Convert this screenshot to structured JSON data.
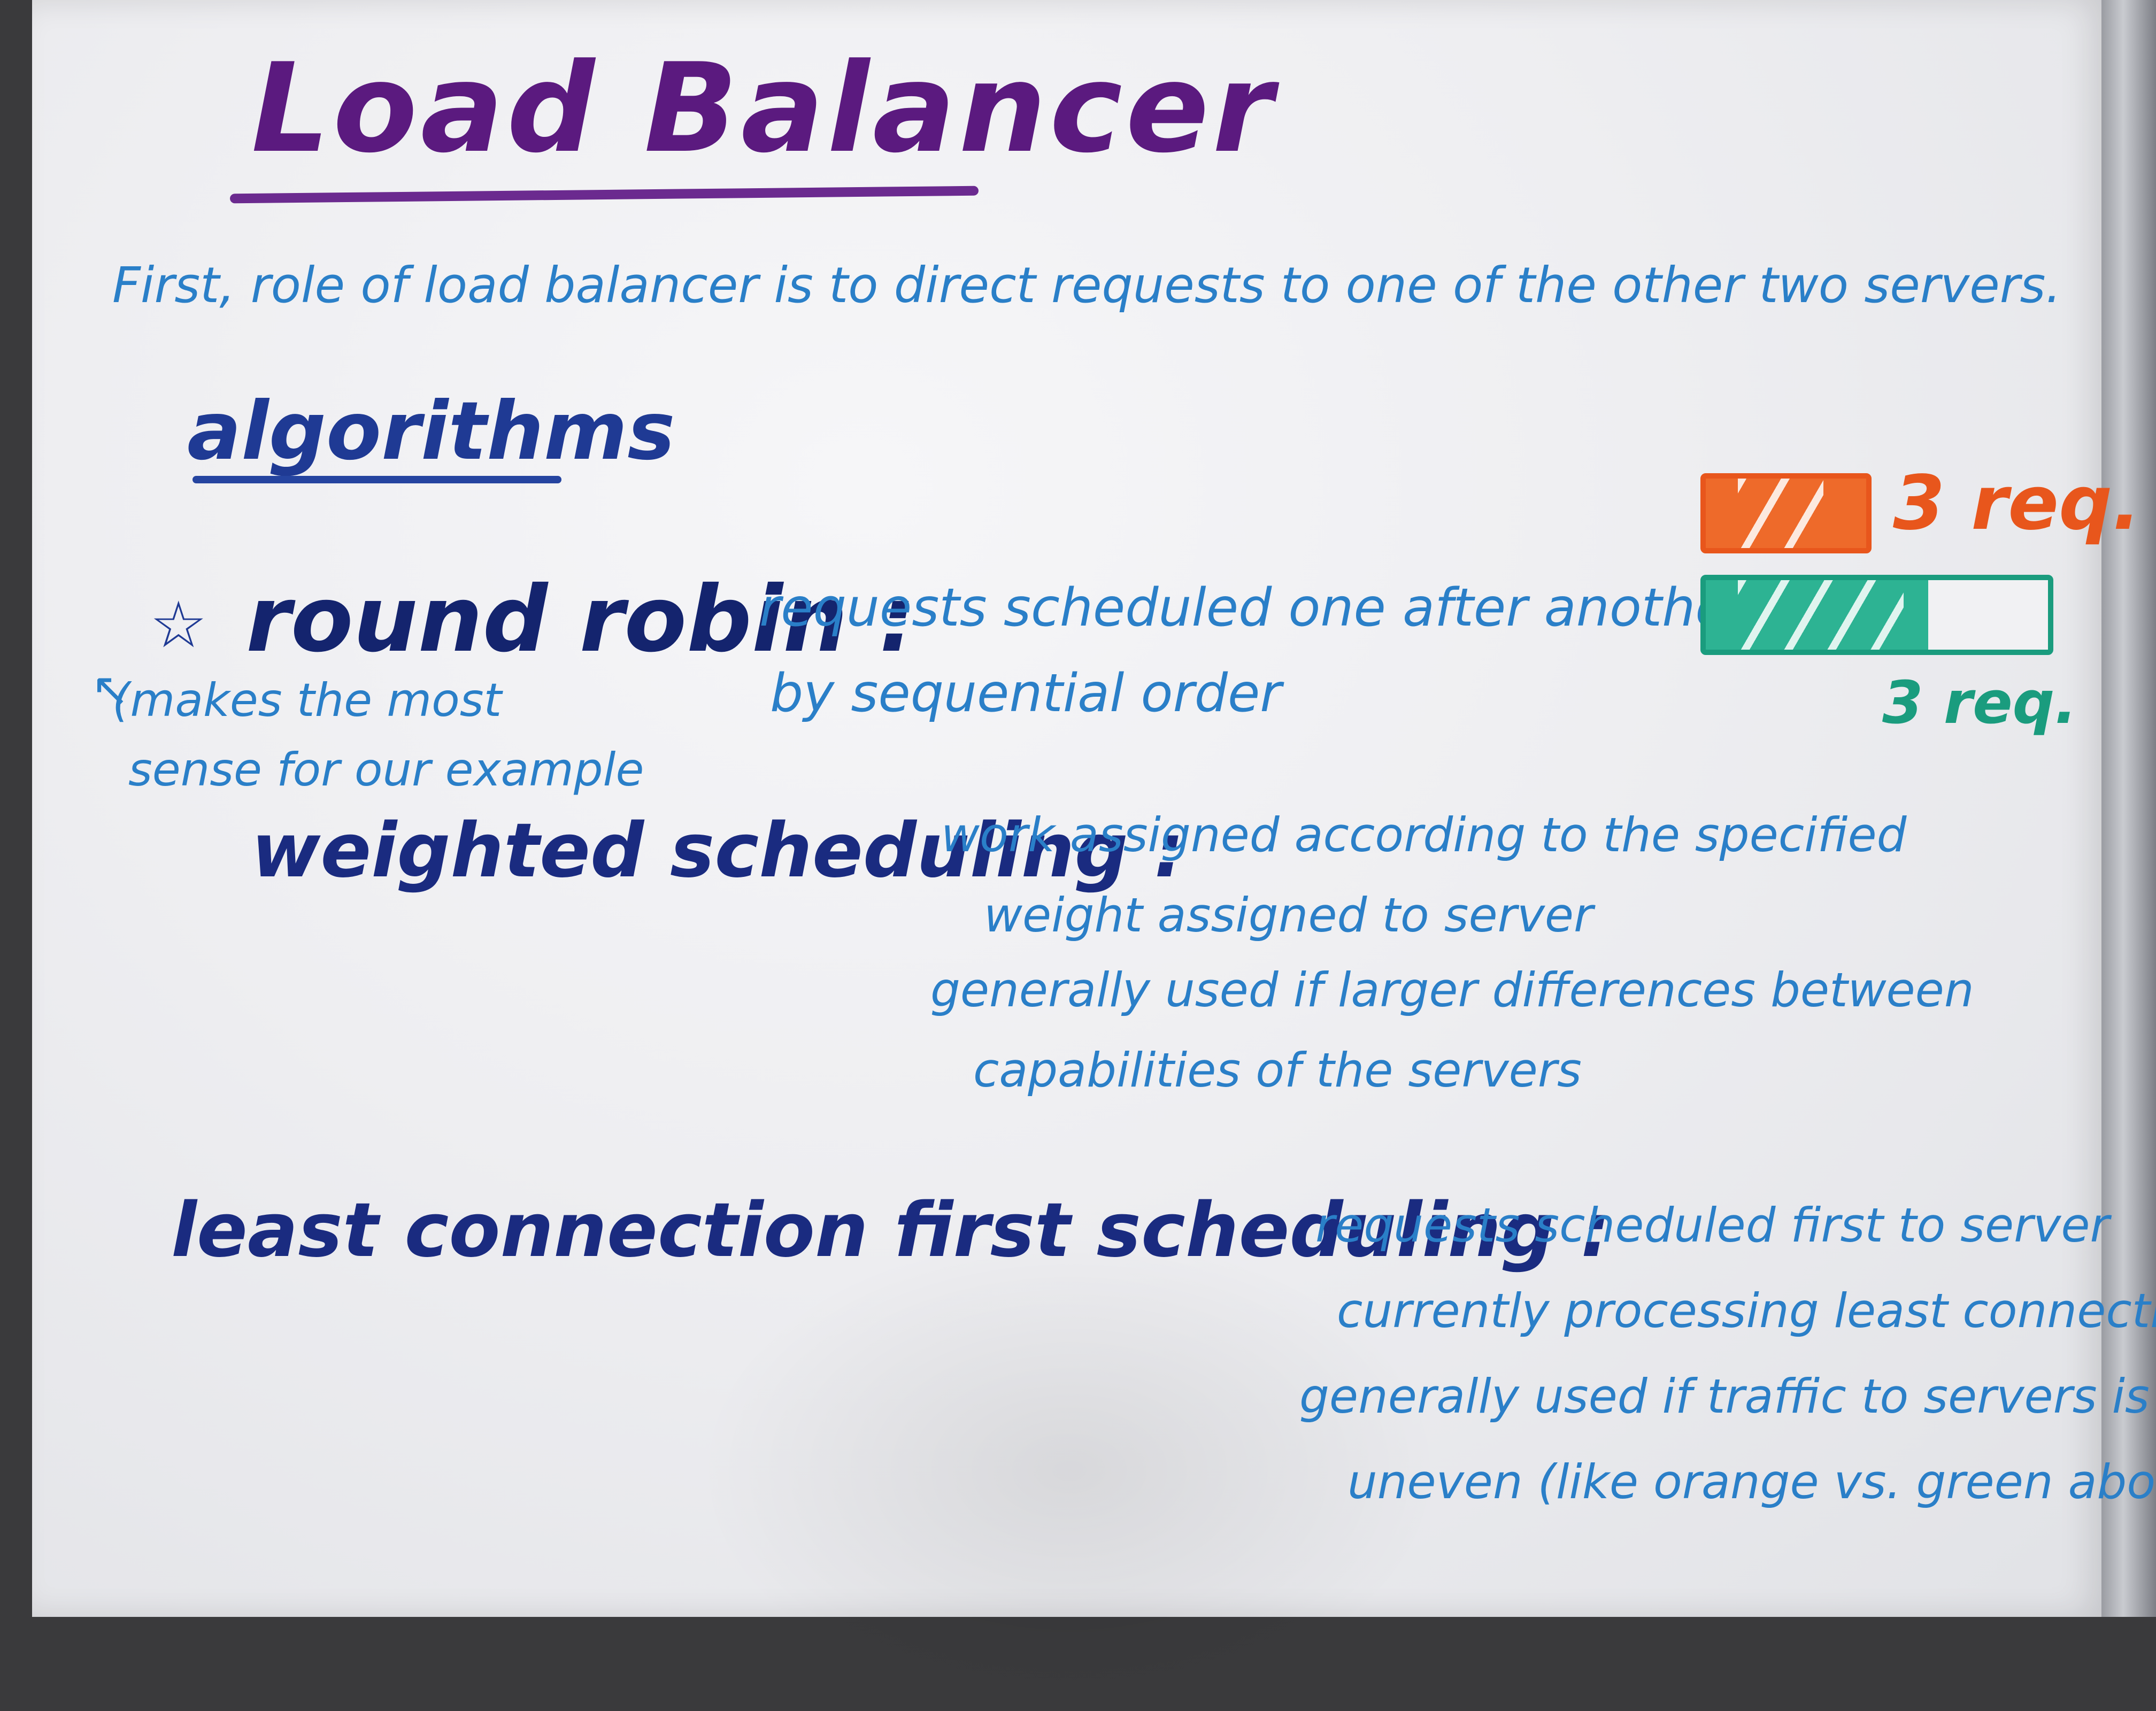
{
  "board": {
    "title": "Load Balancer",
    "intro": "First, role of load balancer is to direct requests to one of the other two servers.",
    "algorithms_heading": "algorithms",
    "round_robin": {
      "marker": "☆",
      "term": "round robin :",
      "definition_line1": "requests scheduled one after another",
      "definition_line2": "by sequential order",
      "note_arrow": "↖",
      "note_line1": "(makes the most",
      "note_line2": "sense for our example"
    },
    "weighted_scheduling": {
      "term": "weighted scheduling :",
      "definition_line1": "work assigned according to the specified",
      "definition_line2": "weight assigned to server",
      "definition_line3": "generally used if larger differences between",
      "definition_line4": "capabilities of the servers"
    },
    "least_connection": {
      "term": "least connection first scheduling :",
      "definition_line1": "requests scheduled first to server",
      "definition_line2": "currently processing least connections",
      "definition_line3": "generally used if traffic to servers is",
      "definition_line4": "uneven (like orange vs. green above)"
    },
    "servers": {
      "orange_label": "3 req.",
      "green_label": "3 req.",
      "orange_color": "#e8561c",
      "green_color": "#1a9c7e",
      "orange_load_fraction": 1.0,
      "green_load_fraction": 0.65
    }
  }
}
